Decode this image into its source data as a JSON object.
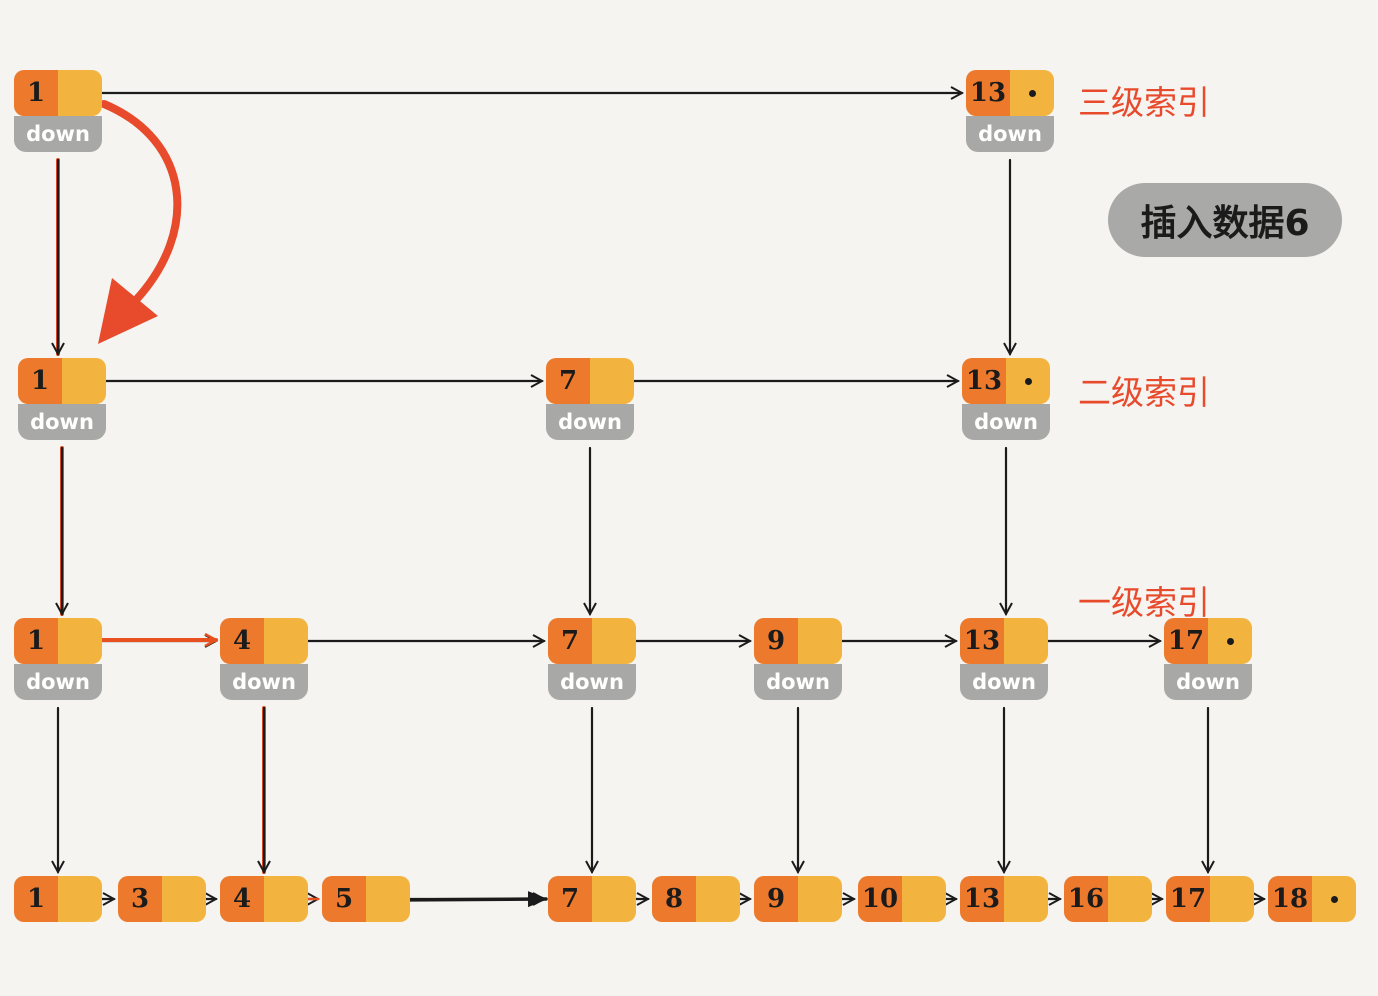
{
  "down_label": "down",
  "insert_label": "插入数据6",
  "levels": [
    {
      "label": "三级索引",
      "values": [
        "1",
        "13"
      ]
    },
    {
      "label": "二级索引",
      "values": [
        "1",
        "7",
        "13"
      ]
    },
    {
      "label": "一级索引",
      "values": [
        "1",
        "4",
        "7",
        "9",
        "13",
        "17"
      ]
    },
    {
      "label": "",
      "values": [
        "1",
        "3",
        "4",
        "5",
        "7",
        "8",
        "9",
        "10",
        "13",
        "16",
        "17",
        "18"
      ]
    }
  ],
  "colors": {
    "node_value": "#ed7a2c",
    "node_pointer": "#f2b33f",
    "down_box": "#a8a8a6",
    "search_path": "#e8501f",
    "label": "#e84a2c",
    "background": "#f5f4f0"
  }
}
